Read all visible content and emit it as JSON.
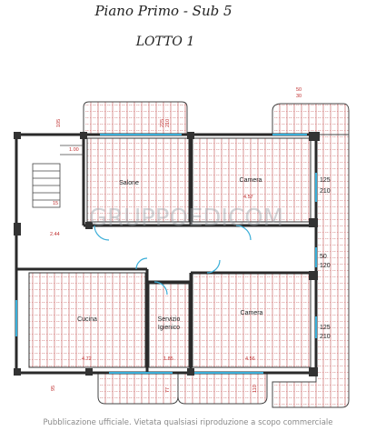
{
  "plan": {
    "title": "Piano Primo - Sub 5",
    "subtitle": "LOTTO 1",
    "watermark": "GRUPPOEDICOM",
    "footer": "Pubblicazione ufficiale. Vietata qualsiasi riproduzione a scopo commerciale",
    "rooms": {
      "salone": "Salone",
      "camera_top": "Camera",
      "cucina": "Cucina",
      "servizio_1": "Servizio",
      "servizio_2": "Igienico",
      "camera_bottom": "Camera"
    },
    "dims": {
      "d244": "2.44",
      "d457": "4.57",
      "d472": "4.72",
      "d185": "1.85",
      "d456": "4.56",
      "d100": "1.00",
      "d15": "15",
      "d50": "50",
      "d30": "30",
      "d105": "105",
      "d225": "225",
      "d210": "210",
      "d125": "125",
      "d120": "120",
      "d95": "95",
      "d77": "77",
      "d110": "110",
      "d125b": "125",
      "d210b": "210"
    },
    "colors": {
      "wall": "#2a2a2a",
      "hatch": "#b83a3a",
      "window": "#3aaed8",
      "dim": "#c03030"
    }
  }
}
